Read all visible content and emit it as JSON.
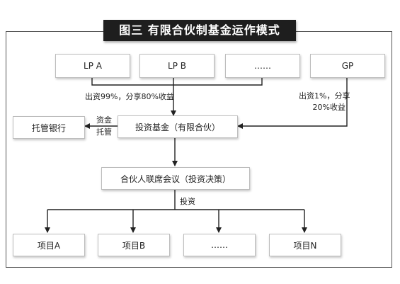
{
  "title": "图三  有限合伙制基金运作模式",
  "nodes": {
    "lp_a": "LP A",
    "lp_b": "LP B",
    "lp_more": "……",
    "gp": "GP",
    "custodian": "托管银行",
    "fund": "投资基金（有限合伙）",
    "committee": "合伙人联席会议（投资决策）",
    "project_a": "项目A",
    "project_b": "项目B",
    "project_more": "……",
    "project_n": "项目N"
  },
  "labels": {
    "lp_contribution": "出资99%，分享80%收益",
    "gp_contribution_line1": "出资1%，分享",
    "gp_contribution_line2": "20%收益",
    "custody_line1": "资金",
    "custody_line2": "托管",
    "invest": "投资"
  }
}
